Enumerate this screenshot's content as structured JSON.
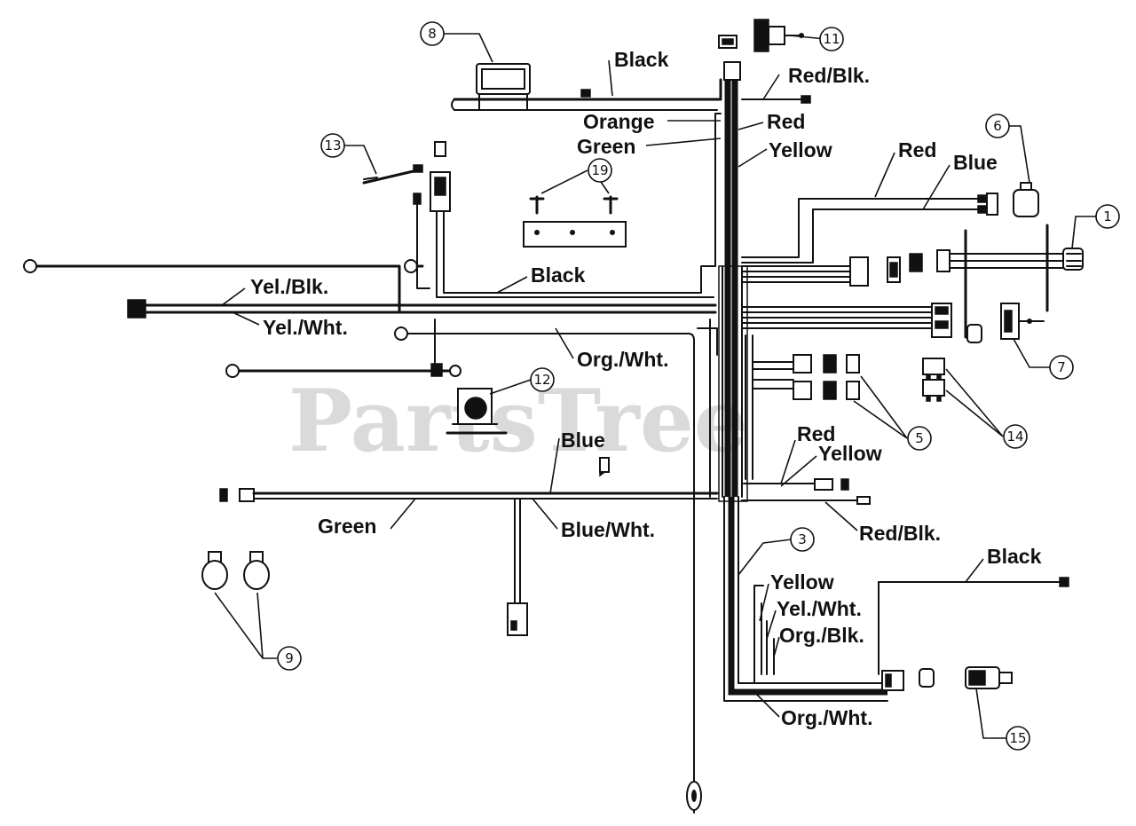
{
  "watermark": "PartsTree",
  "wire_labels": {
    "black_top": "Black",
    "red_blk_top": "Red/Blk.",
    "orange": "Orange",
    "red_top": "Red",
    "green_top": "Green",
    "yellow_top": "Yellow",
    "red_right": "Red",
    "blue_right": "Blue",
    "black_mid": "Black",
    "yel_blk": "Yel./Blk.",
    "yel_wht_left": "Yel./Wht.",
    "org_wht_mid": "Org./Wht.",
    "blue_mid": "Blue",
    "red_mid": "Red",
    "yellow_mid": "Yellow",
    "green_bottom": "Green",
    "blue_wht": "Blue/Wht.",
    "red_blk_bottom": "Red/Blk.",
    "black_bottom": "Black",
    "yellow_bottom": "Yellow",
    "yel_wht_bottom": "Yel./Wht.",
    "org_blk": "Org./Blk.",
    "org_wht_bottom": "Org./Wht."
  },
  "callouts": [
    "8",
    "11",
    "13",
    "19",
    "6",
    "1",
    "7",
    "12",
    "5",
    "14",
    "3",
    "9",
    "15"
  ]
}
